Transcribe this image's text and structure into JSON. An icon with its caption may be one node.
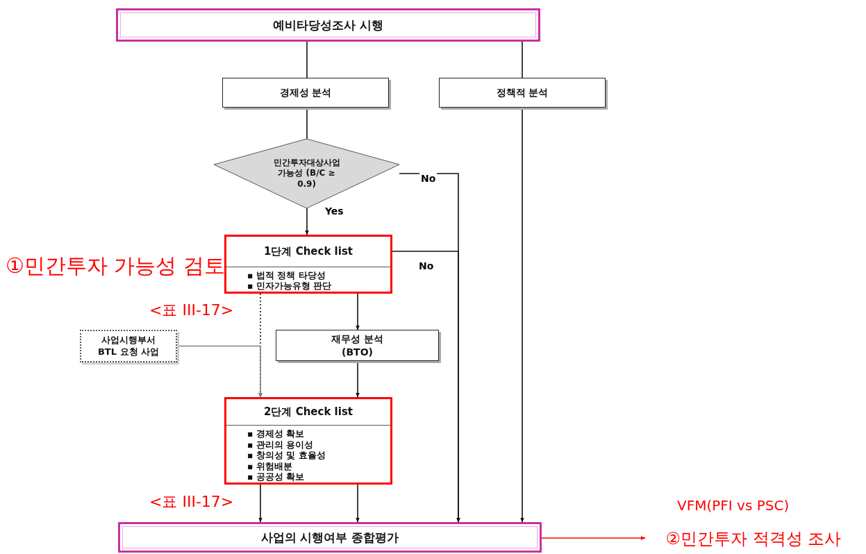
{
  "diagram": {
    "nodes": [
      {
        "text": [
          "예비타당성조사 시행"
        ]
      },
      {
        "text": [
          "경제성 분석"
        ]
      },
      {
        "text": [
          "정책적 분석"
        ]
      },
      {
        "text": [
          "민간투자대상사업 가능성 (B/C ≥ 0.9)"
        ]
      },
      {
        "text": [
          "1단계 Check list",
          "▪ 법적 정책 타당성",
          "▪ 민자가능유형 판단"
        ]
      },
      {
        "text": [
          "사업시행부서 BTL 요청 사업"
        ]
      },
      {
        "text": [
          "재무성 분석 (BTO)"
        ]
      },
      {
        "text": [
          "2단계 Check list",
          "▪ 경제성 확보",
          "▪ 관리의 용이성",
          "▪ 창의성 및 효율성",
          "▪ 위험배분",
          "▪ 공공성 확보"
        ]
      },
      {
        "text": [
          "사업의 시행여부 종합평가"
        ]
      },
      {
        "text": [
          "②민간투자 적격성 조사"
        ],
        "beside": [
          "VFM(PFI vs PSC)"
        ]
      }
    ],
    "edges": [
      {
        "from": 0,
        "to": 1,
        "arrow": "none"
      },
      {
        "from": 0,
        "to": 2,
        "arrow": "none"
      },
      {
        "from": 1,
        "to": 3,
        "arrow": "none"
      },
      {
        "from": 3,
        "to": 4,
        "arrow": "to",
        "label": "Yes"
      },
      {
        "from": 3,
        "to": 8,
        "arrow": "to",
        "label": "No"
      },
      {
        "from": 4,
        "to": 8,
        "arrow": "to",
        "label": "No"
      },
      {
        "from": 4,
        "to": 6,
        "arrow": "to"
      },
      {
        "from": 4,
        "to": 7,
        "arrow": "to",
        "style": "dashed"
      },
      {
        "from": 5,
        "to": 7,
        "arrow": "to",
        "color": "#808080"
      },
      {
        "from": 6,
        "to": 7,
        "arrow": "to"
      },
      {
        "from": 7,
        "to": 8,
        "arrow": "to"
      },
      {
        "from": 7,
        "to": 8,
        "arrow": "to"
      },
      {
        "from": 2,
        "to": 8,
        "arrow": "to"
      },
      {
        "from": 8,
        "to": 9,
        "arrow": "to",
        "color": "#ff0000"
      }
    ],
    "labels": [
      "①민간투자 가능성 검토",
      "<표 III-17>",
      "<표 III-17>"
    ]
  }
}
